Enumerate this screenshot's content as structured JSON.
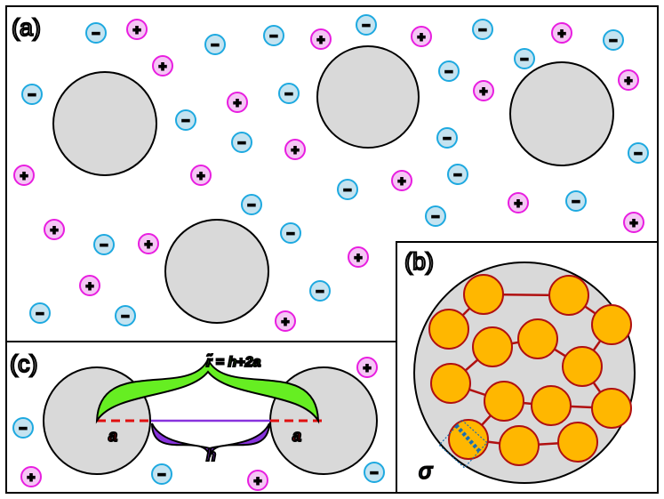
{
  "panels": {
    "a": {
      "label": "(a)"
    },
    "b": {
      "label": "(b)"
    },
    "c": {
      "label": "(c)"
    }
  },
  "annotations": {
    "r_tilde": "r̃ = h+2a",
    "a_left": "a",
    "a_right": "a",
    "h": "h",
    "sigma": "σ"
  },
  "ion_symbols": {
    "positive": "+",
    "negative": "−"
  },
  "colors": {
    "colloid_fill": "#d9d9d9",
    "cation": "#e81ee0",
    "cation_fill": "#f5c6f5",
    "anion": "#1ea9e0",
    "anion_fill": "#c5e3f0",
    "monomer_fill": "#ffb700",
    "bond": "#b01010",
    "r_tilde_brace": "#66ee22",
    "h_brace": "#8833dd",
    "a_dashed": "#e01010",
    "sigma": "#1a6fb0"
  },
  "icons": {
    "cation": "plus-circle-icon",
    "anion": "minus-circle-icon"
  }
}
